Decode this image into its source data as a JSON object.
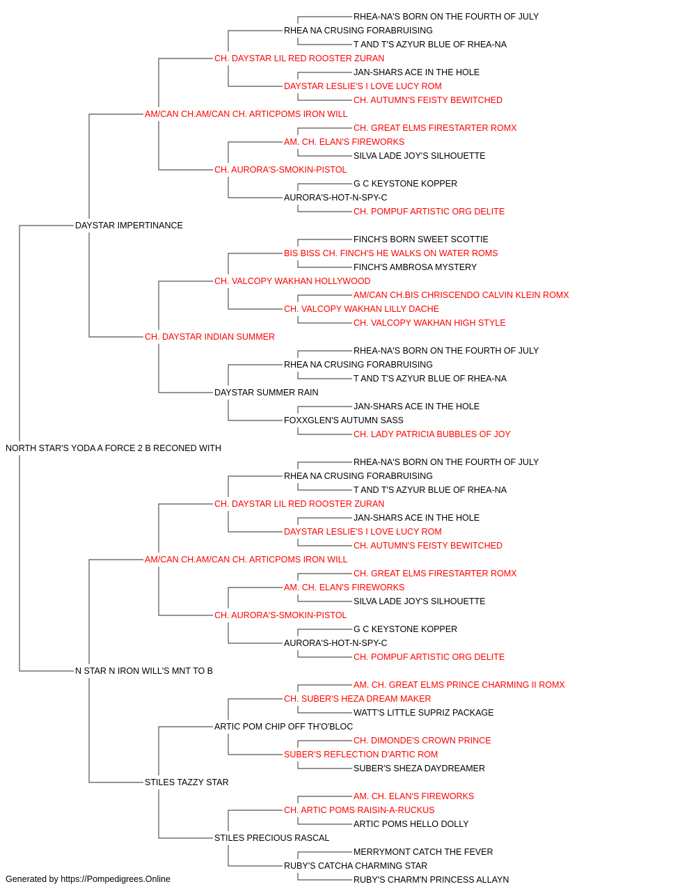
{
  "colors": {
    "champion": "#ff0000",
    "normal": "#000000",
    "line": "#555555"
  },
  "pedigree": {
    "name": "NORTH STAR'S YODA A FORCE 2 B RECONED WITH",
    "ch": false,
    "sire": {
      "name": "DAYSTAR IMPERTINANCE",
      "ch": false,
      "sire": {
        "name": "AM/CAN CH.AM/CAN CH. ARTICPOMS IRON WILL",
        "ch": true,
        "sire": {
          "name": "CH. DAYSTAR LIL RED ROOSTER ZURAN",
          "ch": true,
          "sire": {
            "name": "RHEA NA CRUSING FORABRUISING",
            "ch": false,
            "sire": {
              "name": "RHEA-NA'S BORN ON THE FOURTH OF JULY",
              "ch": false
            },
            "dam": {
              "name": "T AND T'S AZYUR BLUE OF RHEA-NA",
              "ch": false
            }
          },
          "dam": {
            "name": "DAYSTAR LESLIE'S I LOVE LUCY ROM",
            "ch": true,
            "sire": {
              "name": "JAN-SHARS ACE IN THE HOLE",
              "ch": false
            },
            "dam": {
              "name": "CH. AUTUMN'S FEISTY BEWITCHED",
              "ch": true
            }
          }
        },
        "dam": {
          "name": "CH. AURORA'S-SMOKIN-PISTOL",
          "ch": true,
          "sire": {
            "name": "AM. CH. ELAN'S FIREWORKS",
            "ch": true,
            "sire": {
              "name": "CH. GREAT ELMS FIRESTARTER ROMX",
              "ch": true
            },
            "dam": {
              "name": "SILVA LADE JOY'S SILHOUETTE",
              "ch": false
            }
          },
          "dam": {
            "name": "AURORA'S-HOT-N-SPY-C",
            "ch": false,
            "sire": {
              "name": "G C KEYSTONE KOPPER",
              "ch": false
            },
            "dam": {
              "name": "CH. POMPUF ARTISTIC ORG DELITE",
              "ch": true
            }
          }
        }
      },
      "dam": {
        "name": "CH. DAYSTAR INDIAN SUMMER",
        "ch": true,
        "sire": {
          "name": "CH. VALCOPY WAKHAN HOLLYWOOD",
          "ch": true,
          "sire": {
            "name": "BIS BISS CH. FINCH'S HE WALKS ON WATER ROMS",
            "ch": true,
            "sire": {
              "name": "FINCH'S BORN SWEET SCOTTIE",
              "ch": false
            },
            "dam": {
              "name": "FINCH'S AMBROSA MYSTERY",
              "ch": false
            }
          },
          "dam": {
            "name": "CH. VALCOPY WAKHAN LILLY DACHE",
            "ch": true,
            "sire": {
              "name": "AM/CAN CH.BIS CHRISCENDO CALVIN KLEIN ROMX",
              "ch": true
            },
            "dam": {
              "name": "CH. VALCOPY WAKHAN HIGH STYLE",
              "ch": true
            }
          }
        },
        "dam": {
          "name": "DAYSTAR SUMMER RAIN",
          "ch": false,
          "sire": {
            "name": "RHEA NA CRUSING FORABRUISING",
            "ch": false,
            "sire": {
              "name": "RHEA-NA'S BORN ON THE FOURTH OF JULY",
              "ch": false
            },
            "dam": {
              "name": "T AND T'S AZYUR BLUE OF RHEA-NA",
              "ch": false
            }
          },
          "dam": {
            "name": "FOXXGLEN'S AUTUMN SASS",
            "ch": false,
            "sire": {
              "name": "JAN-SHARS ACE IN THE HOLE",
              "ch": false
            },
            "dam": {
              "name": "CH. LADY PATRICIA BUBBLES OF JOY",
              "ch": true
            }
          }
        }
      }
    },
    "dam": {
      "name": "N STAR N IRON WILL'S MNT TO B",
      "ch": false,
      "sire": {
        "name": "AM/CAN CH.AM/CAN CH. ARTICPOMS IRON WILL",
        "ch": true,
        "sire": {
          "name": "CH. DAYSTAR LIL RED ROOSTER ZURAN",
          "ch": true,
          "sire": {
            "name": "RHEA NA CRUSING FORABRUISING",
            "ch": false,
            "sire": {
              "name": "RHEA-NA'S BORN ON THE FOURTH OF JULY",
              "ch": false
            },
            "dam": {
              "name": "T AND T'S AZYUR BLUE OF RHEA-NA",
              "ch": false
            }
          },
          "dam": {
            "name": "DAYSTAR LESLIE'S I LOVE LUCY ROM",
            "ch": true,
            "sire": {
              "name": "JAN-SHARS ACE IN THE HOLE",
              "ch": false
            },
            "dam": {
              "name": "CH. AUTUMN'S FEISTY BEWITCHED",
              "ch": true
            }
          }
        },
        "dam": {
          "name": "CH. AURORA'S-SMOKIN-PISTOL",
          "ch": true,
          "sire": {
            "name": "AM. CH. ELAN'S FIREWORKS",
            "ch": true,
            "sire": {
              "name": "CH. GREAT ELMS FIRESTARTER ROMX",
              "ch": true
            },
            "dam": {
              "name": "SILVA LADE JOY'S SILHOUETTE",
              "ch": false
            }
          },
          "dam": {
            "name": "AURORA'S-HOT-N-SPY-C",
            "ch": false,
            "sire": {
              "name": "G C KEYSTONE KOPPER",
              "ch": false
            },
            "dam": {
              "name": "CH. POMPUF ARTISTIC ORG DELITE",
              "ch": true
            }
          }
        }
      },
      "dam": {
        "name": "STILES TAZZY STAR",
        "ch": false,
        "sire": {
          "name": "ARTIC POM CHIP OFF TH'O'BLOC",
          "ch": false,
          "sire": {
            "name": "CH. SUBER'S HEZA DREAM MAKER",
            "ch": true,
            "sire": {
              "name": "AM. CH. GREAT ELMS PRINCE CHARMING II ROMX",
              "ch": true
            },
            "dam": {
              "name": "WATT'S LITTLE SUPRIZ PACKAGE",
              "ch": false
            }
          },
          "dam": {
            "name": "SUBER'S REFLECTION D'ARTIC ROM",
            "ch": true,
            "sire": {
              "name": "CH. DIMONDE'S CROWN PRINCE",
              "ch": true
            },
            "dam": {
              "name": "SUBER'S SHEZA DAYDREAMER",
              "ch": false
            }
          }
        },
        "dam": {
          "name": "STILES PRECIOUS RASCAL",
          "ch": false,
          "sire": {
            "name": "CH. ARTIC POMS RAISIN-A-RUCKUS",
            "ch": true,
            "sire": {
              "name": "AM. CH. ELAN'S FIREWORKS",
              "ch": true
            },
            "dam": {
              "name": "ARTIC POMS HELLO DOLLY",
              "ch": false
            }
          },
          "dam": {
            "name": "RUBY'S CATCHA CHARMING STAR",
            "ch": false,
            "sire": {
              "name": "MERRYMONT CATCH THE FEVER",
              "ch": false
            },
            "dam": {
              "name": "RUBY'S CHARM'N PRINCESS ALLAYN",
              "ch": false
            }
          }
        }
      }
    }
  },
  "footer": {
    "text": "Generated by https://Pompedigrees.Online"
  }
}
